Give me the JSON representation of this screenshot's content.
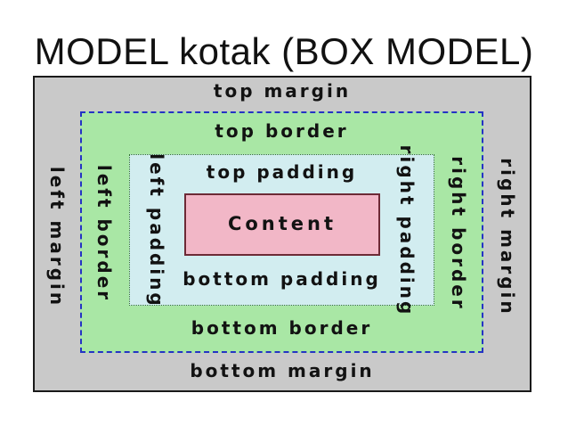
{
  "title": "MODEL kotak (BOX MODEL)",
  "box_model": {
    "content": "Content",
    "margin": {
      "top": "top margin",
      "bottom": "bottom margin",
      "left": "left margin",
      "right": "right margin"
    },
    "border": {
      "top": "top border",
      "bottom": "bottom border",
      "left": "left border",
      "right": "right border"
    },
    "padding": {
      "top": "top padding",
      "bottom": "bottom padding",
      "left": "left padding",
      "right": "right padding"
    }
  },
  "colors": {
    "margin_bg": "#c9c9c9",
    "border_bg": "#a9e7a5",
    "padding_bg": "#d2edf0",
    "content_bg": "#f2b7c7",
    "margin_outline": "#1a1a1a",
    "border_outline": "#2433c4",
    "padding_outline": "#2e6e2e",
    "content_outline": "#6d2a36",
    "label_text": "#121212"
  }
}
